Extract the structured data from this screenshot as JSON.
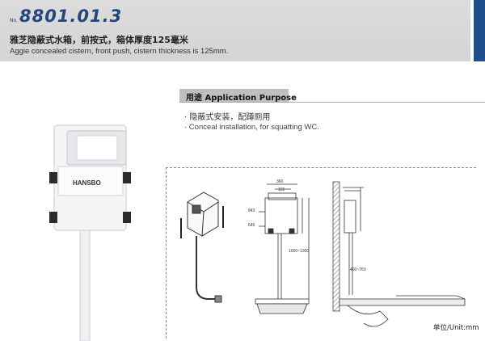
{
  "header": {
    "model_prefix": "No.",
    "model_number": "8801.01.3",
    "title_cn": "雅芝隐蔽式水箱，前按式，箱体厚度125毫米",
    "title_en": "Aggie concealed cistern, front push, cistern thickness is 125mm."
  },
  "product": {
    "brand": "HANSBO"
  },
  "purpose": {
    "heading": "用途  Application Purpose",
    "item_cn": "· 隐蔽式安装，配蹲厕用",
    "item_en": "· Conceal installation, for squatting WC."
  },
  "drawing": {
    "dim_height": "1000~1300",
    "dim_side": "460~760",
    "dim_top_1": "360",
    "dim_top_2": "155",
    "dim_h1": "843",
    "dim_h2": "645",
    "unit_label": "单位/Unit:mm"
  },
  "colors": {
    "accent": "#24467a",
    "header_bg": "#d8d8d8"
  }
}
